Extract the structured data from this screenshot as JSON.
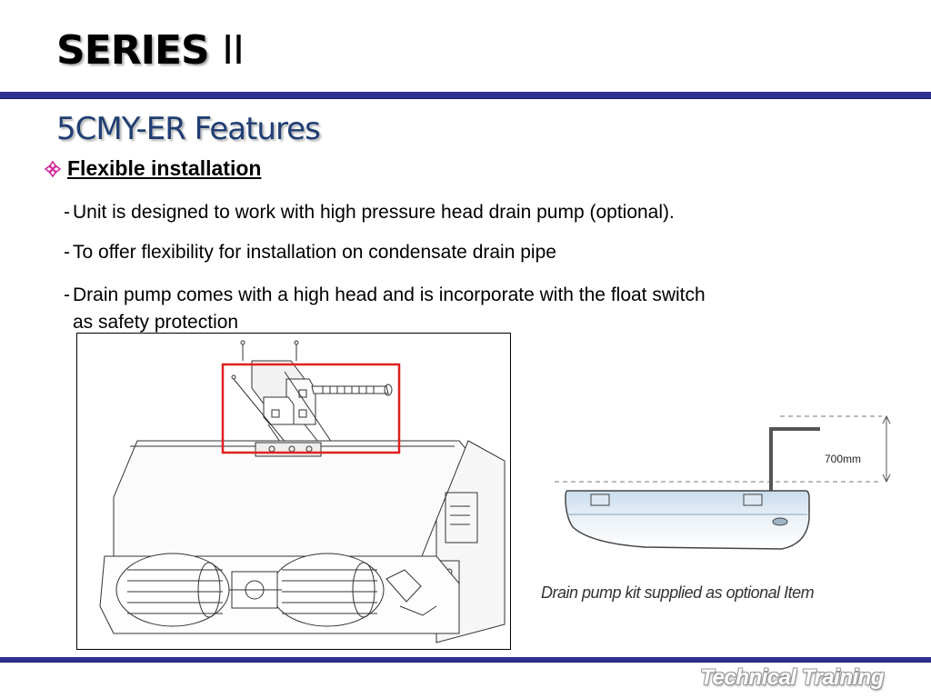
{
  "header": {
    "title_main": "SERIES",
    "title_roman": "II",
    "subtitle": "5CMY-ER Features"
  },
  "section": {
    "icon": "diamond-bullet-icon",
    "heading": "Flexible installation",
    "lines": [
      {
        "dash": "-",
        "text": "Unit is designed to work with high pressure head drain pump (optional)."
      },
      {
        "dash": "-",
        "text": "To offer flexibility for installation on condensate drain pipe"
      },
      {
        "dash": "-",
        "text": "Drain pump comes with a high head and is incorporate with the float switch"
      }
    ],
    "line3_continuation": "as safety protection"
  },
  "figure_pump": {
    "dimension": "700mm",
    "caption": "Drain pump kit supplied as optional Item"
  },
  "footer": {
    "text": "Technical Training"
  },
  "colors": {
    "rule": "#2e3192",
    "subtitle": "#1f3e73",
    "bullet": "#d4279a",
    "highlight": "#e02020"
  }
}
